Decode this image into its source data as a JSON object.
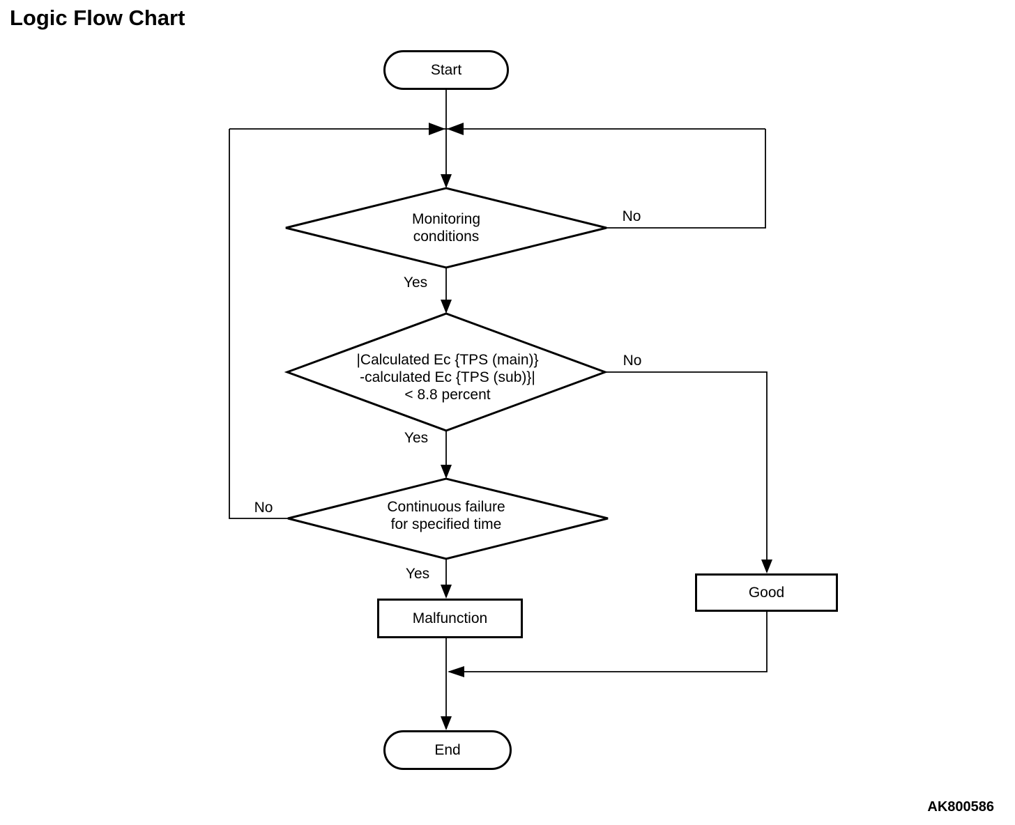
{
  "title": "Logic Flow Chart",
  "figure_code": "AK800586",
  "colors": {
    "line": "#000000",
    "background": "#ffffff",
    "text": "#000000"
  },
  "nodes": {
    "start": {
      "type": "terminator",
      "label": "Start"
    },
    "monitoring_conditions": {
      "type": "decision",
      "label": "Monitoring\nconditions"
    },
    "calculated_ec": {
      "type": "decision",
      "label": "|Calculated Ec {TPS (main)}\n-calculated Ec {TPS (sub)}|\n< 8.8 percent"
    },
    "continuous_failure": {
      "type": "decision",
      "label": "Continuous failure\nfor specified time"
    },
    "malfunction": {
      "type": "process",
      "label": "Malfunction"
    },
    "good": {
      "type": "process",
      "label": "Good"
    },
    "end": {
      "type": "terminator",
      "label": "End"
    }
  },
  "edges": {
    "monitoring_yes": "Yes",
    "monitoring_no": "No",
    "calculated_yes": "Yes",
    "calculated_no": "No",
    "continuous_yes": "Yes",
    "continuous_no": "No"
  }
}
